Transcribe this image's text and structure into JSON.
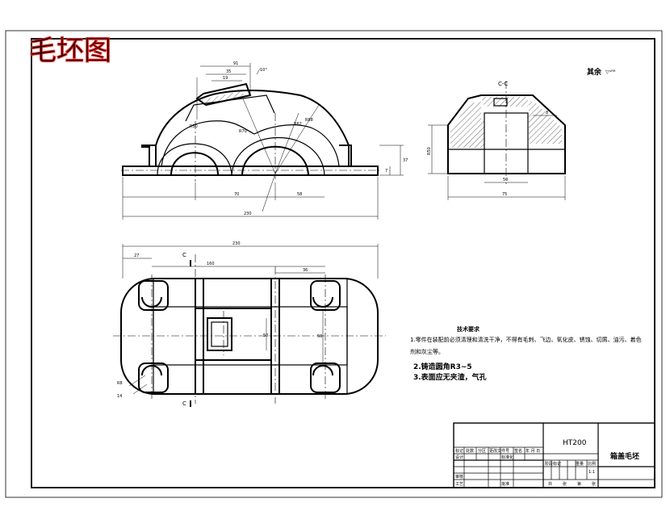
{
  "stamp": {
    "label": "毛坯图"
  },
  "surface_note": {
    "label": "其余",
    "symbol": "▽ˣᴿᴿ"
  },
  "section_label": "C-C",
  "section_marks": {
    "top": "C",
    "bottom": "C"
  },
  "front_view_dims": {
    "d_top1": "91",
    "d_top2": "35",
    "d_top3": "19",
    "d_angle": "10°",
    "d_r70": "R70",
    "d_r62": "R62",
    "d_r88": "R88",
    "d_r50": "R50",
    "d_left": "70",
    "d_right": "58",
    "d_total": "230",
    "d_h1": "37",
    "d_h2": "7"
  },
  "section_view_dims": {
    "d_h": "R50",
    "d_w1": "50",
    "d_w2": "75",
    "d_t": "8"
  },
  "top_view_dims": {
    "d_total": "230",
    "d_27": "27",
    "d_160": "160",
    "d_36": "36",
    "d_r8": "R8",
    "d_14": "14",
    "d_50": "50",
    "d_h": "50"
  },
  "tech_req": {
    "title": "技术要求",
    "items": [
      "1.零件在装配前必须清理和清洗干净，不得有毛刺、飞边、氧化皮、锈蚀、切屑、油污、着色剂和灰尘等。",
      "2.铸造圆角R3~5",
      "3.表面应无夹渣，气孔"
    ]
  },
  "title_block": {
    "material": "HT200",
    "part_name": "箱盖毛坯",
    "scale": "1:1",
    "header_cells": [
      "标记",
      "处数",
      "分区",
      "更改文件号",
      "签名",
      "年 月 日"
    ],
    "row2_cells": [
      "设计",
      "标准化"
    ],
    "row3_cells": [
      "审核",
      "工艺"
    ],
    "sign_cells": [
      "批准"
    ],
    "stage_cells": [
      "阶段标记",
      "重量",
      "比例"
    ],
    "sheet_cells": [
      "共",
      "张",
      "第",
      "张"
    ]
  }
}
